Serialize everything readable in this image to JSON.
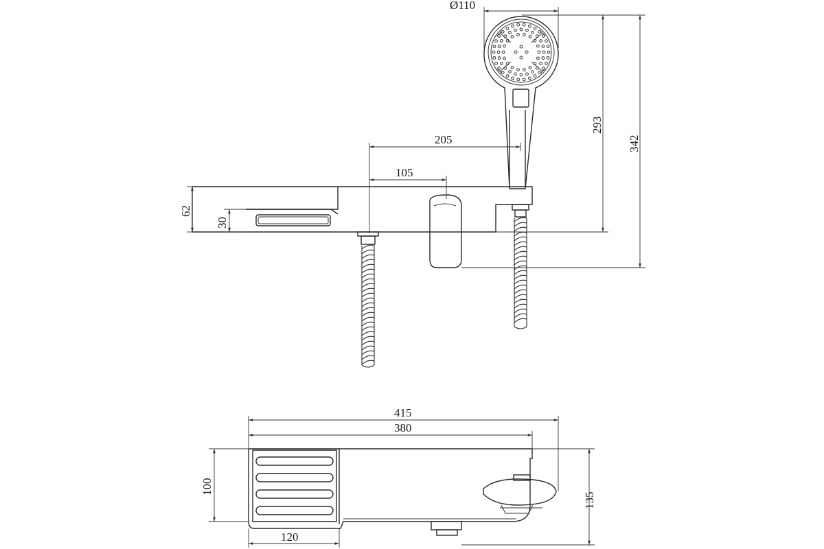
{
  "dimensions": {
    "showerhead_diameter": "Ø110",
    "reach_outer": "205",
    "reach_inner": "105",
    "height_head_top": "293",
    "height_total": "342",
    "body_height": "62",
    "tray_height": "30",
    "length_total": "415",
    "length_body": "380",
    "depth_body": "100",
    "depth_total": "135",
    "tray_width": "120"
  },
  "colors": {
    "line": "#2a2a2a",
    "background": "#ffffff"
  }
}
